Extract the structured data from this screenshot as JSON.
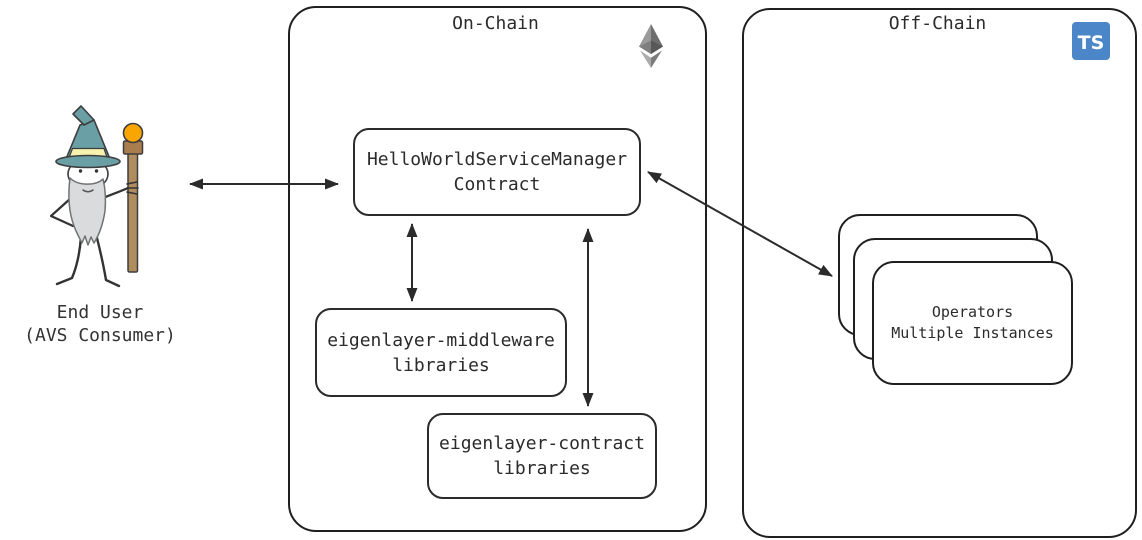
{
  "diagram": {
    "end_user": {
      "line1": "End User",
      "line2": "(AVS Consumer)"
    },
    "on_chain": {
      "title": "On-Chain",
      "icon": "ethereum-icon",
      "service_manager": {
        "line1": "HelloWorldServiceManager",
        "line2": "Contract"
      },
      "middleware": {
        "line1": "eigenlayer-middleware",
        "line2": "libraries"
      },
      "contracts": {
        "line1": "eigenlayer-contract",
        "line2": "libraries"
      }
    },
    "off_chain": {
      "title": "Off-Chain",
      "icon": "typescript-icon",
      "ts_badge": "TS",
      "operators": {
        "line1": "Operators",
        "line2": "Multiple Instances"
      }
    },
    "edges": [
      {
        "from": "end-user",
        "to": "service-manager-contract",
        "type": "bidirectional"
      },
      {
        "from": "service-manager-contract",
        "to": "eigenlayer-middleware-libraries",
        "type": "bidirectional"
      },
      {
        "from": "service-manager-contract",
        "to": "eigenlayer-contract-libraries",
        "type": "bidirectional"
      },
      {
        "from": "service-manager-contract",
        "to": "operators",
        "type": "bidirectional"
      }
    ],
    "colors": {
      "line": "#2b2b2b",
      "background": "#ffffff",
      "ts_blue": "#4a86c8",
      "hat_teal": "#6a9fa5",
      "hat_band_yellow": "#f7f3ae",
      "beard_gray": "#d9dbdc",
      "staff_brown": "#b08d5f",
      "orb_orange": "#f9a602",
      "eth_gray": "#808080"
    }
  }
}
